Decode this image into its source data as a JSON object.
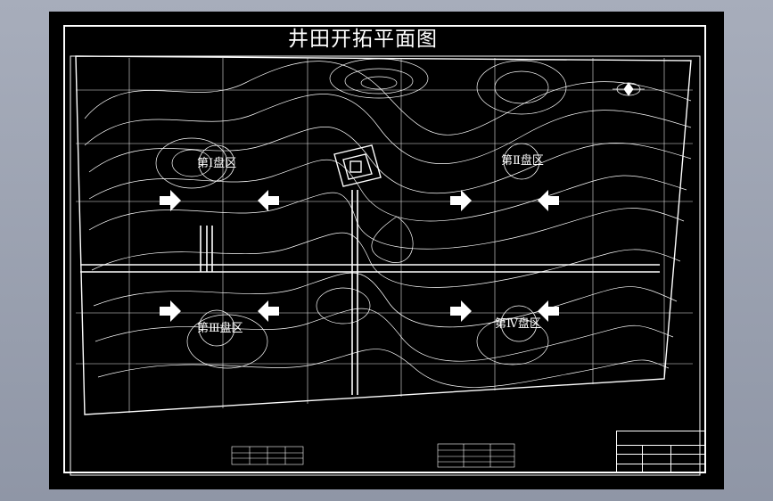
{
  "drawing": {
    "title": "井田开拓平面图",
    "panels": [
      {
        "id": "I",
        "label": "第Ⅰ盘区"
      },
      {
        "id": "II",
        "label": "第Ⅱ盘区"
      },
      {
        "id": "III",
        "label": "第Ⅲ盘区"
      },
      {
        "id": "IV",
        "label": "第Ⅳ盘区"
      }
    ],
    "arrows": [
      {
        "id": "i-right",
        "direction": "right"
      },
      {
        "id": "i-left",
        "direction": "left"
      },
      {
        "id": "ii-right",
        "direction": "right"
      },
      {
        "id": "ii-left",
        "direction": "left"
      },
      {
        "id": "iii-right",
        "direction": "right"
      },
      {
        "id": "iii-left",
        "direction": "left"
      },
      {
        "id": "iv-right",
        "direction": "right"
      },
      {
        "id": "iv-left",
        "direction": "left"
      }
    ]
  },
  "colors": {
    "app_background": "#9aa1b0",
    "canvas": "#000000",
    "lines": "#ffffff"
  },
  "icons": [
    "north-arrow-icon",
    "direction-arrow-icon"
  ]
}
